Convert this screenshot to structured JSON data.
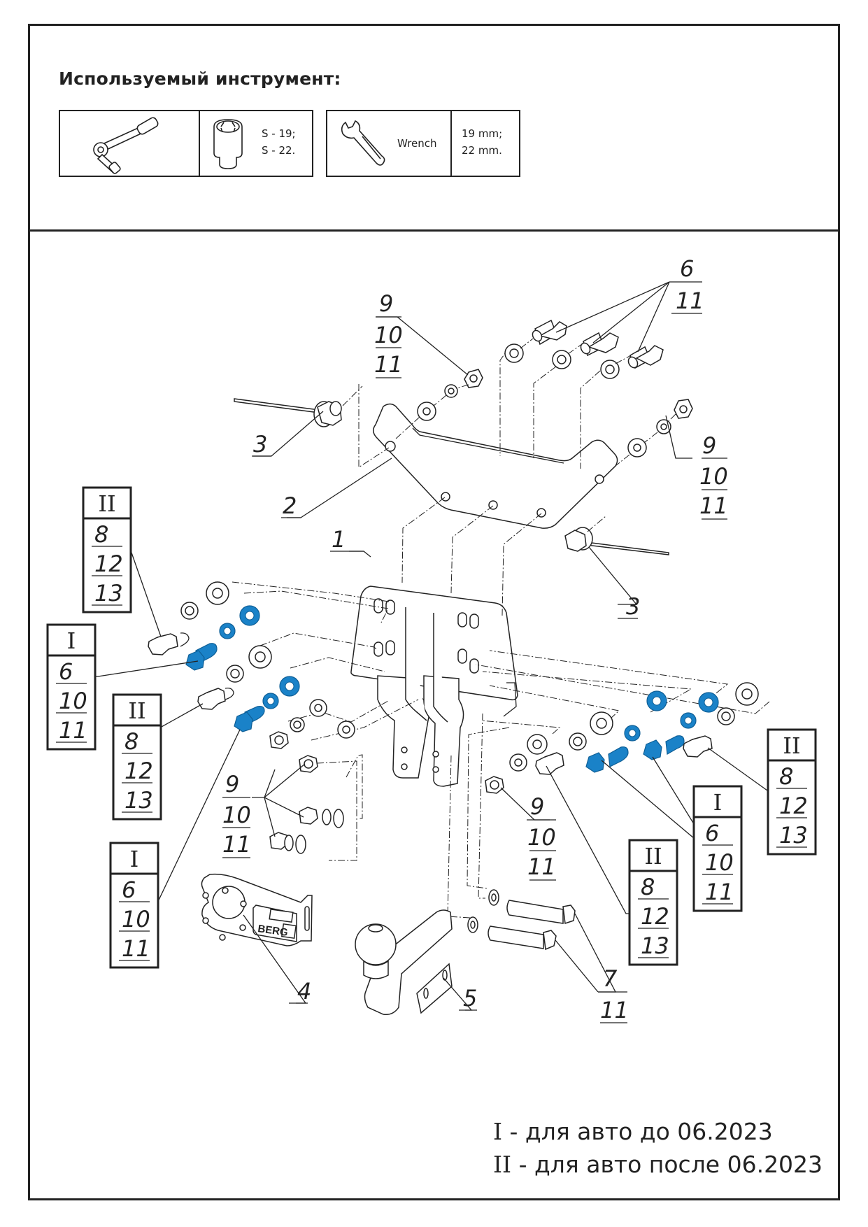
{
  "header": {
    "title": "Используемый инструмент:"
  },
  "tools": [
    {
      "icon": "ratchet-wrench-icon",
      "socket_icon": "socket-head-icon",
      "sizes": [
        "S - 19;",
        "S - 22."
      ]
    },
    {
      "icon": "open-end-wrench-icon",
      "name": "Wrench",
      "sizes": [
        "19 mm;",
        "22 mm."
      ]
    }
  ],
  "colors": {
    "line": "#222222",
    "highlight": "#1a82c8",
    "highlight_dark": "#0f5f96"
  },
  "diagram": {
    "part_labels": {
      "p1": "1",
      "p2": "2",
      "p3_top": "3",
      "p3_right": "3",
      "p4": "4",
      "p5": "5"
    },
    "callouts": {
      "top_right": [
        "6",
        "11"
      ],
      "top_center": [
        "9",
        "10",
        "11"
      ],
      "right_upper": [
        "9",
        "10",
        "11"
      ],
      "left_middle": [
        "9",
        "10",
        "11"
      ],
      "right_lower": [
        "9",
        "10",
        "11"
      ],
      "bolts_bottom": [
        "7",
        "11"
      ]
    },
    "boxes": [
      {
        "id": "box-left-top",
        "variant": "II",
        "items": [
          "8",
          "12",
          "13"
        ]
      },
      {
        "id": "box-left-second",
        "variant": "I",
        "items": [
          "6",
          "10",
          "11"
        ]
      },
      {
        "id": "box-left-third",
        "variant": "II",
        "items": [
          "8",
          "12",
          "13"
        ]
      },
      {
        "id": "box-left-bottom",
        "variant": "I",
        "items": [
          "6",
          "10",
          "11"
        ]
      },
      {
        "id": "box-right-far",
        "variant": "II",
        "items": [
          "8",
          "12",
          "13"
        ]
      },
      {
        "id": "box-right-mid",
        "variant": "I",
        "items": [
          "6",
          "10",
          "11"
        ]
      },
      {
        "id": "box-right-low",
        "variant": "II",
        "items": [
          "8",
          "12",
          "13"
        ]
      }
    ],
    "brand_text": "BERG"
  },
  "legend": {
    "line1_roman": "I",
    "line1_text": " - для авто до 06.2023",
    "line2_roman": "II",
    "line2_text": " - для авто после 06.2023"
  }
}
